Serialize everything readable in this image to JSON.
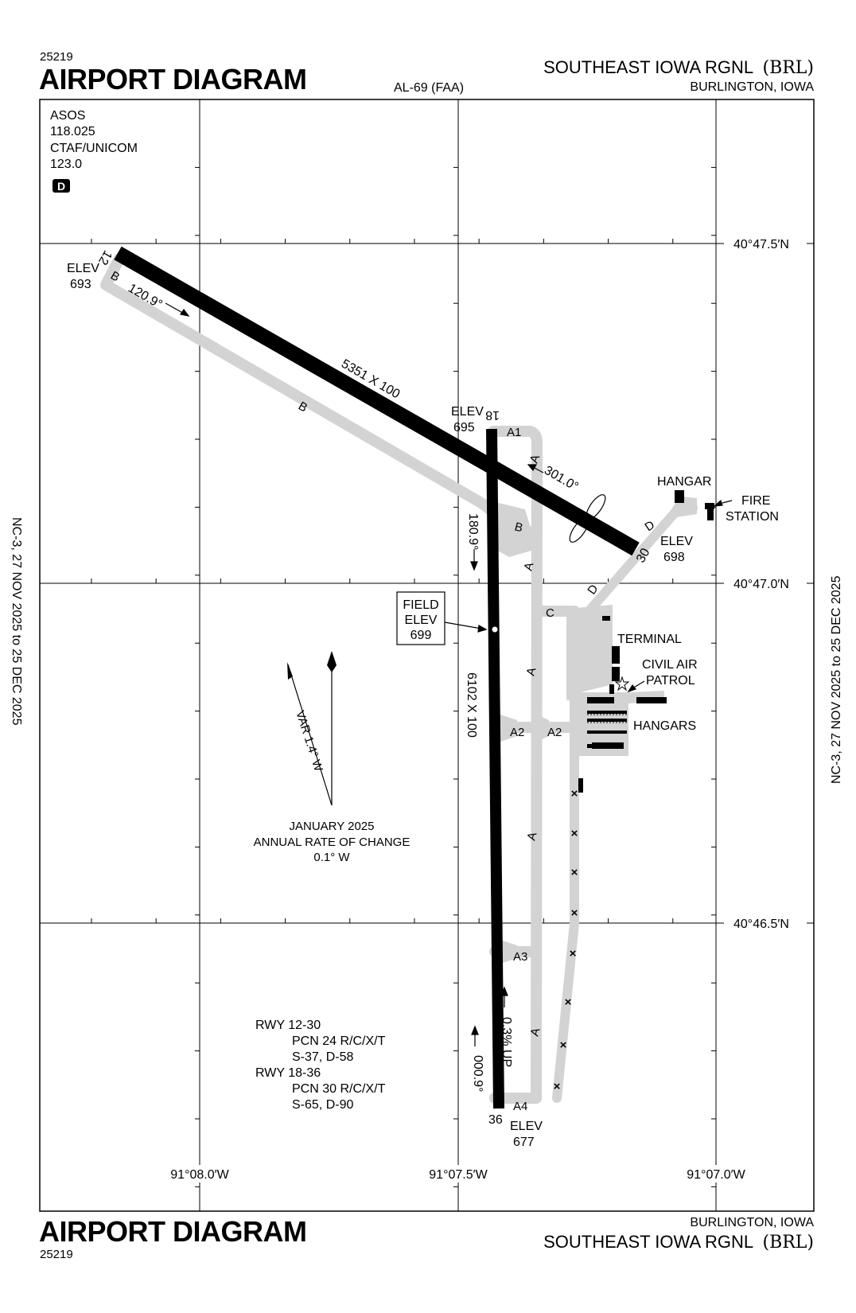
{
  "header": {
    "chart_number": "25219",
    "title": "AIRPORT DIAGRAM",
    "procedure_id": "AL-69 (FAA)",
    "airport_name": "SOUTHEAST IOWA RGNL",
    "airport_ident": "(BRL)",
    "city": "BURLINGTON, IOWA"
  },
  "footer": {
    "title": "AIRPORT DIAGRAM",
    "chart_number": "25219",
    "city": "BURLINGTON, IOWA",
    "airport_name": "SOUTHEAST IOWA RGNL",
    "airport_ident": "(BRL)"
  },
  "margins": {
    "left_effective": "NC-3,  27 NOV 2025  to  25 DEC 2025",
    "right_effective": "NC-3,  27 NOV 2025  to  25 DEC 2025"
  },
  "comms": {
    "asos_label": "ASOS",
    "asos_freq": "118.025",
    "ctaf_label": "CTAF/UNICOM",
    "ctaf_freq": "123.0",
    "airspace_class": "D"
  },
  "coordinates": {
    "lat_1": "40°47.5′N",
    "lat_2": "40°47.0′N",
    "lat_3": "40°46.5′N",
    "lon_1": "91°08.0′W",
    "lon_2": "91°07.5′W",
    "lon_3": "91°07.0′W"
  },
  "runways": {
    "rwy_12_30": {
      "end_12": "12",
      "end_30": "30",
      "dimensions": "5351 X 100",
      "heading_12": "120.9°",
      "heading_30": "301.0°",
      "elev_label": "ELEV",
      "elev_12": "693",
      "elev_30": "698"
    },
    "rwy_18_36": {
      "end_18": "18",
      "end_36": "36",
      "dimensions": "6102 X 100",
      "heading_18": "180.9°",
      "heading_36": "000.9°",
      "elev_label": "ELEV",
      "elev_18": "695",
      "elev_36": "677",
      "slope": "0.3% UP"
    }
  },
  "field_elev": {
    "line1": "FIELD",
    "line2": "ELEV",
    "value": "699"
  },
  "taxiways": {
    "A": "A",
    "A1": "A1",
    "A2": "A2",
    "A3": "A3",
    "A4": "A4",
    "B": "B",
    "C": "C",
    "D": "D"
  },
  "facilities": {
    "hangar": "HANGAR",
    "fire_station_1": "FIRE",
    "fire_station_2": "STATION",
    "terminal": "TERMINAL",
    "cap_1": "CIVIL AIR",
    "cap_2": "PATROL",
    "hangars": "HANGARS"
  },
  "magvar": {
    "var": "VAR 1.4° W",
    "date": "JANUARY 2025",
    "rate_label": "ANNUAL RATE OF CHANGE",
    "rate": "0.1° W"
  },
  "pcn": {
    "rwy_a": "RWY 12-30",
    "pcn_a": "PCN 24 R/C/X/T",
    "gear_a": "S-37, D-58",
    "rwy_b": "RWY 18-36",
    "pcn_b": "PCN 30 R/C/X/T",
    "gear_b": "S-65, D-90"
  },
  "colors": {
    "taxiway": "#d3d3d3",
    "runway": "#000000",
    "grid": "#000000"
  }
}
